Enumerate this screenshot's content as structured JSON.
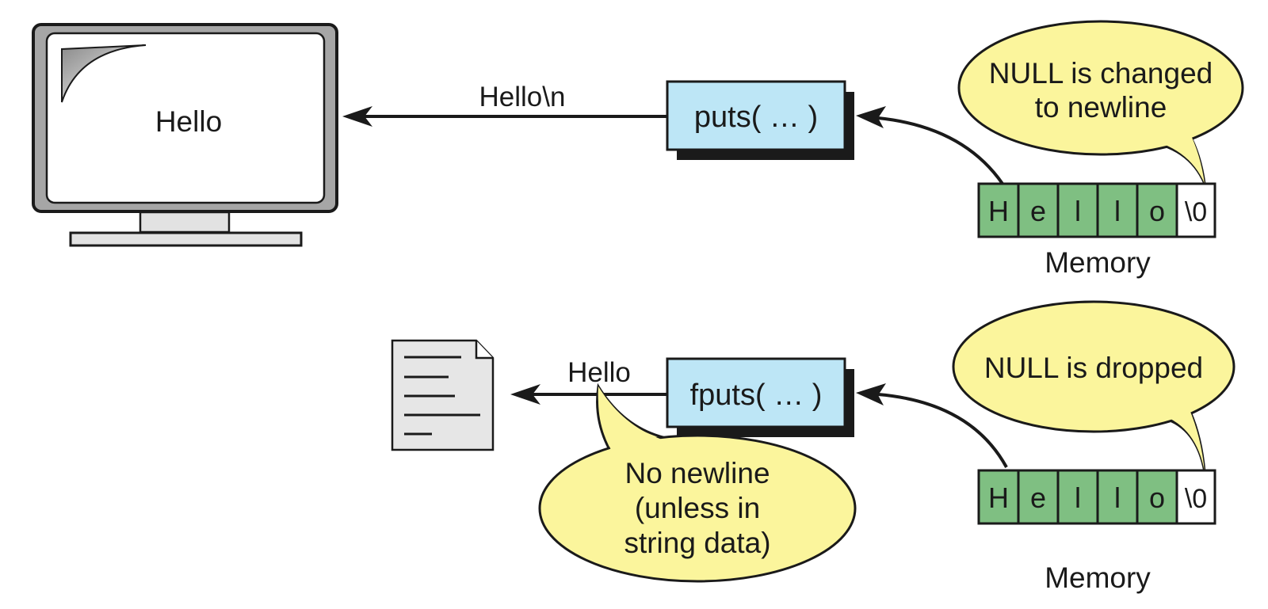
{
  "top": {
    "screen_text": "Hello",
    "output_label": "Hello\\n",
    "function_label": "puts( … )",
    "callout": [
      "NULL is changed",
      "to newline"
    ],
    "memory_cells": [
      "H",
      "e",
      "l",
      "l",
      "o",
      "\\0"
    ],
    "memory_label": "Memory"
  },
  "bottom": {
    "output_label": "Hello",
    "function_label": "fputs( … )",
    "callout": [
      "NULL is  dropped"
    ],
    "newline_note": [
      "No newline",
      "(unless in",
      "string data)"
    ],
    "memory_cells": [
      "H",
      "e",
      "l",
      "l",
      "o",
      "\\0"
    ],
    "memory_label": "Memory"
  },
  "colors": {
    "function_box": "#bde6f6",
    "callout": "#fbf59c",
    "memory_char_cell": "#7fbf82",
    "memory_null_cell": "#ffffff",
    "monitor_bezel": "#a6a6a6",
    "document": "#e6e6e6"
  }
}
